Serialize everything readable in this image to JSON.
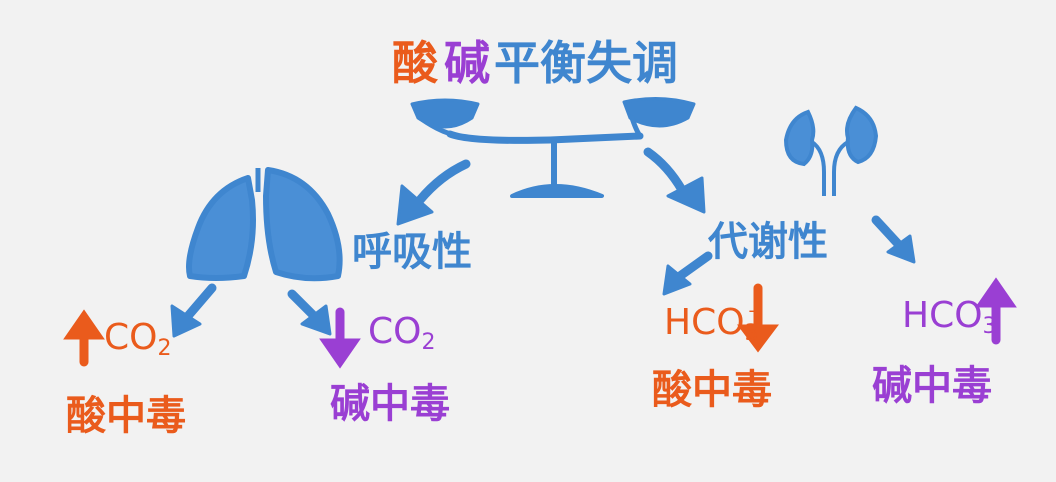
{
  "title": {
    "acid": "酸",
    "base": "碱",
    "rest": "平衡失调"
  },
  "branches": {
    "respiratory": "呼吸性",
    "metabolic": "代谢性"
  },
  "outcomes": {
    "resp_acidosis": {
      "species": "CO",
      "subscript": "2",
      "direction": "↑",
      "label": "酸中毒"
    },
    "resp_alkalosis": {
      "species": "CO",
      "subscript": "2",
      "direction": "↓",
      "label": "碱中毒"
    },
    "met_acidosis": {
      "species": "HCO",
      "subscript": "3",
      "superscript": "-",
      "direction": "↓",
      "label": "酸中毒"
    },
    "met_alkalosis": {
      "species": "HCO",
      "subscript": "3",
      "direction": "↑",
      "label": "碱中毒"
    }
  },
  "colors": {
    "structure": "#3f86cf",
    "acid": "#ea5b1c",
    "base": "#9a3fd3",
    "background": "#f2f2f2"
  },
  "icons": [
    "balance-scale-icon",
    "lungs-icon",
    "kidneys-icon"
  ]
}
